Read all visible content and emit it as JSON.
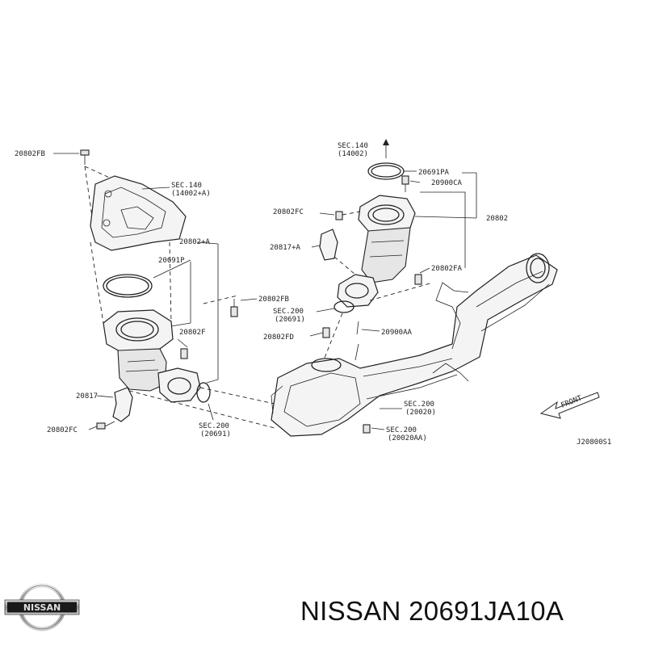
{
  "diagram": {
    "callouts": {
      "p20802FB_top": "20802FB",
      "sec140_left": "SEC.140",
      "sec140_left_sub": "(14002+A)",
      "p20802A": "20802+A",
      "p20691P": "20691P",
      "p20802FB_mid": "20802FB",
      "sec200_mid": "SEC.200",
      "sec200_mid_sub": "(20691)",
      "p20802F": "20802F",
      "p20817": "20817",
      "p20802FC_bottom": "20802FC",
      "sec200_bottom": "SEC.200",
      "sec200_bottom_sub": "(20691)",
      "sec140_top": "SEC.140",
      "sec140_top_sub": "(14002)",
      "p20691PA": "20691PA",
      "p20900CA": "20900CA",
      "p20802FC_right": "20802FC",
      "p20802": "20802",
      "p20817A": "20817+A",
      "p20802FA": "20802FA",
      "p20802FD": "20802FD",
      "p20900AA": "20900AA",
      "sec200_right": "SEC.200",
      "sec200_right_sub": "(20020)",
      "sec200_right2": "SEC.200",
      "sec200_right2_sub": "(20020AA)",
      "front": "FRONT",
      "drawing_code": "J20800S1"
    }
  },
  "brand": {
    "logo_text": "NISSAN",
    "part_number_title": "NISSAN 20691JA10A"
  },
  "colors": {
    "line": "#222222",
    "background": "#ffffff"
  }
}
